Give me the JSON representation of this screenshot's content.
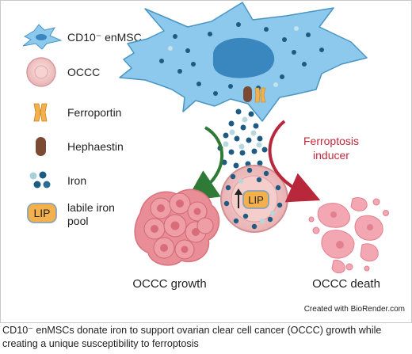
{
  "legend": {
    "enmsc_label": "CD10⁻ enMSC",
    "occc_label": "OCCC",
    "ferroportin_label": "Ferroportin",
    "hephaestin_label": "Hephaestin",
    "iron_label": "Iron",
    "lip_badge": "LIP",
    "lip_label_line1": "labile iron",
    "lip_label_line2": "pool"
  },
  "diagram": {
    "center_lip": "LIP",
    "ferroptosis_line1": "Ferroptosis",
    "ferroptosis_line2": "inducer",
    "growth_label": "OCCC growth",
    "death_label": "OCCC death",
    "credit": "Created with BioRender.com"
  },
  "caption": {
    "line1": "CD10⁻ enMSCs donate iron to support ovarian clear cell cancer (OCCC) growth while",
    "line2": "creating a unique susceptibility to ferroptosis"
  },
  "colors": {
    "cell_blue": "#8cc9ec",
    "nucleus_blue": "#3a86bf",
    "iron_dot": "#1e5b82",
    "iron_light": "#a8d0d8",
    "occc_pink": "#f1c5c6",
    "growth_pink": "#e98d96",
    "growth_arrow": "#2f7a36",
    "ferroptosis_red": "#b8283a",
    "lip_orange": "#f4b04c",
    "hephaestin_brown": "#7b4a32"
  }
}
